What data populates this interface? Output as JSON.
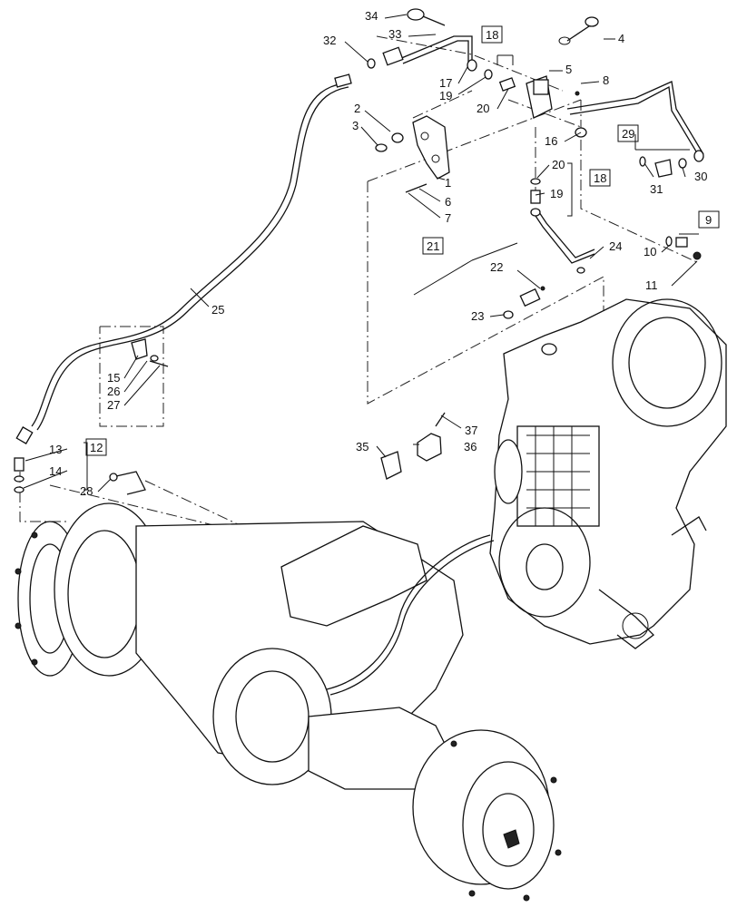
{
  "callouts": [
    {
      "id": "c34",
      "text": "34"
    },
    {
      "id": "c33",
      "text": "33"
    },
    {
      "id": "c32",
      "text": "32"
    },
    {
      "id": "c17",
      "text": "17"
    },
    {
      "id": "c19a",
      "text": "19"
    },
    {
      "id": "c18a",
      "text": "18"
    },
    {
      "id": "c4",
      "text": "4"
    },
    {
      "id": "c5",
      "text": "5"
    },
    {
      "id": "c8",
      "text": "8"
    },
    {
      "id": "c20a",
      "text": "20"
    },
    {
      "id": "c2",
      "text": "2"
    },
    {
      "id": "c3",
      "text": "3"
    },
    {
      "id": "c16",
      "text": "16"
    },
    {
      "id": "c29",
      "text": "29"
    },
    {
      "id": "c1",
      "text": "1"
    },
    {
      "id": "c6",
      "text": "6"
    },
    {
      "id": "c7",
      "text": "7"
    },
    {
      "id": "c20b",
      "text": "20"
    },
    {
      "id": "c19b",
      "text": "19"
    },
    {
      "id": "c18b",
      "text": "18"
    },
    {
      "id": "c31",
      "text": "31"
    },
    {
      "id": "c30",
      "text": "30"
    },
    {
      "id": "c9",
      "text": "9"
    },
    {
      "id": "c10",
      "text": "10"
    },
    {
      "id": "c11",
      "text": "11"
    },
    {
      "id": "c21",
      "text": "21"
    },
    {
      "id": "c24",
      "text": "24"
    },
    {
      "id": "c22",
      "text": "22"
    },
    {
      "id": "c23",
      "text": "23"
    },
    {
      "id": "c25",
      "text": "25"
    },
    {
      "id": "c15",
      "text": "15"
    },
    {
      "id": "c26",
      "text": "26"
    },
    {
      "id": "c27",
      "text": "27"
    },
    {
      "id": "c37",
      "text": "37"
    },
    {
      "id": "c35",
      "text": "35"
    },
    {
      "id": "c36",
      "text": "36"
    },
    {
      "id": "c13",
      "text": "13"
    },
    {
      "id": "c12",
      "text": "12"
    },
    {
      "id": "c14",
      "text": "14"
    },
    {
      "id": "c28",
      "text": "28"
    }
  ]
}
